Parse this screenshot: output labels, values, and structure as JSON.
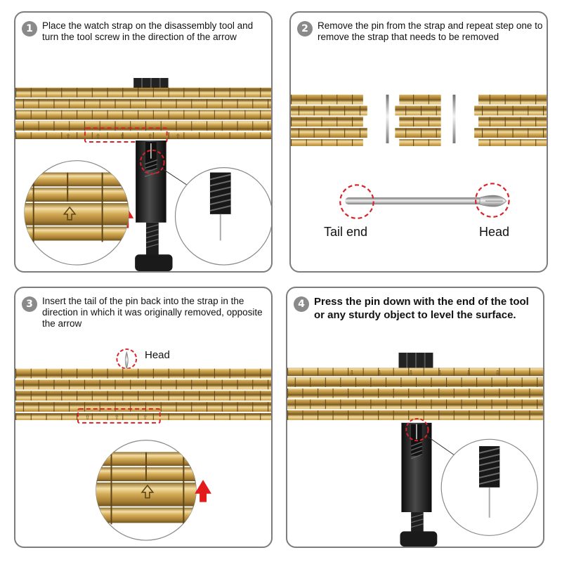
{
  "steps": [
    {
      "number": "1",
      "text": "Place the watch strap on the disassembly tool and turn the tool screw in the direction of the arrow"
    },
    {
      "number": "2",
      "text": "Remove the pin from the strap and repeat step one to remove the strap that needs to be removed"
    },
    {
      "number": "3",
      "text": "Insert the tail of the pin back into the strap in the direction in which it was originally removed, opposite the arrow"
    },
    {
      "number": "4",
      "text": "Press the pin down with the end of the tool or any sturdy object to level the surface."
    }
  ],
  "labels": {
    "tail_end": "Tail end",
    "head": "Head",
    "head_step3": "Head"
  },
  "colors": {
    "gold": "#c9a04c",
    "gold_light": "#f3dca0",
    "gold_dark": "#8a6a28",
    "tool": "#1e1e1e",
    "arrow_red": "#e31b1b",
    "circle_red": "#d8232a",
    "border": "#7d7d7d",
    "badge": "#8a8a8a"
  },
  "icons": [
    "up-arrow-icon",
    "dashed-circle-icon",
    "pin-icon"
  ]
}
